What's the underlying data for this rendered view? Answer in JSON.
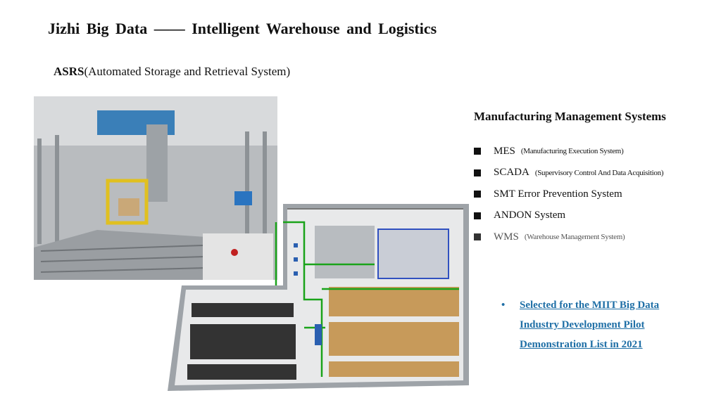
{
  "title": "Jizhi Big Data —— Intelligent Warehouse and Logistics",
  "asrs": {
    "abbr": "ASRS",
    "full": "(Automated Storage and Retrieval System)"
  },
  "mms": {
    "title": "Manufacturing Management Systems",
    "items": [
      {
        "name": "MES",
        "desc": "(Manufacturing Execution System)"
      },
      {
        "name": "SCADA",
        "desc": "(Supervisory Control And Data Acquisition)"
      },
      {
        "name": "SMT Error Prevention System",
        "desc": ""
      },
      {
        "name": "ANDON System",
        "desc": ""
      },
      {
        "name": "WMS",
        "desc": "(Warehouse Management System)"
      }
    ]
  },
  "award": {
    "bullet": "•",
    "lines": [
      "Selected for the MIIT Big Data",
      "Industry Development Pilot",
      "Demonstration List in 2021"
    ]
  },
  "colors": {
    "link": "#1f6fa6",
    "accent_green": "#1aa31a"
  }
}
